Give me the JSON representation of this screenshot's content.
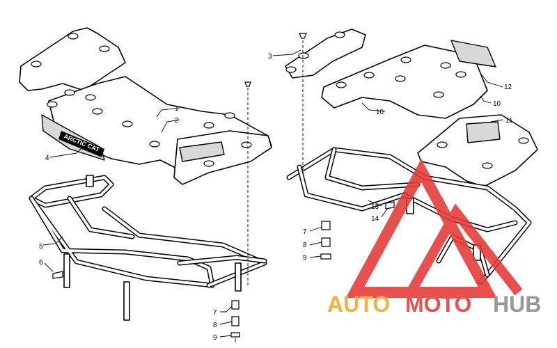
{
  "callouts": {
    "n1": "1",
    "n2": "2",
    "n3": "3",
    "n4": "4",
    "n5": "5",
    "n6": "6",
    "n7a": "7",
    "n8a": "8",
    "n9a": "9",
    "n7b": "7",
    "n8b": "8",
    "n9b": "9",
    "n10a": "10",
    "n10b": "10",
    "n11": "11",
    "n12": "12",
    "n13": "13",
    "n14": "14"
  },
  "decal_text": "ARCTIC CAT",
  "watermark": {
    "part1": "AUTO",
    "part2": "MOTO",
    "part3": "HUB",
    "color_orange": "#f5a623",
    "color_red": "#e53935",
    "color_gray": "#8a8a8a"
  }
}
